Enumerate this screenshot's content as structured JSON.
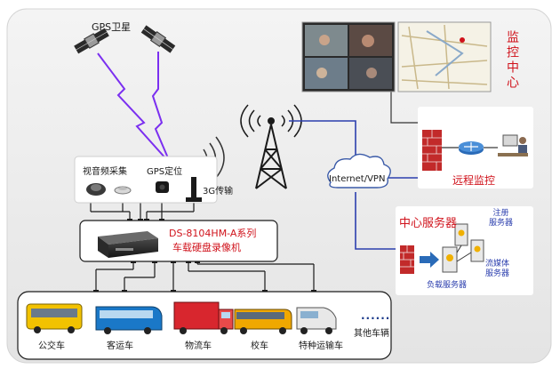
{
  "gps": {
    "label": "GPS卫星"
  },
  "monitor_center": {
    "label": "监控中心"
  },
  "collector": {
    "av_label": "视音频采集",
    "gps_label": "GPS定位",
    "g3_label": "3G传输"
  },
  "dvr": {
    "line1": "DS-8104HM-A系列",
    "line2": "车载硬盘录像机"
  },
  "network": {
    "label": "Internet/VPN"
  },
  "remote": {
    "label": "远程监控"
  },
  "servers": {
    "title": "中心服务器",
    "register": [
      "注册",
      "服务器"
    ],
    "media": [
      "流媒体",
      "服务器"
    ],
    "load": "负载服务器"
  },
  "vehicles": {
    "items": [
      {
        "label": "公交车",
        "color": "#f2c200"
      },
      {
        "label": "客运车",
        "color": "#1a78c8"
      },
      {
        "label": "物流车",
        "color": "#d8262e"
      },
      {
        "label": "校车",
        "color": "#f0a800"
      },
      {
        "label": "特种运输车",
        "color": "#e8e8e8"
      }
    ],
    "more_dots": "......",
    "more_label": "其他车辆"
  },
  "colors": {
    "wire_blue": "#2c3fae",
    "lightning": "#7b2ff0",
    "accent_red": "#d0121b"
  }
}
